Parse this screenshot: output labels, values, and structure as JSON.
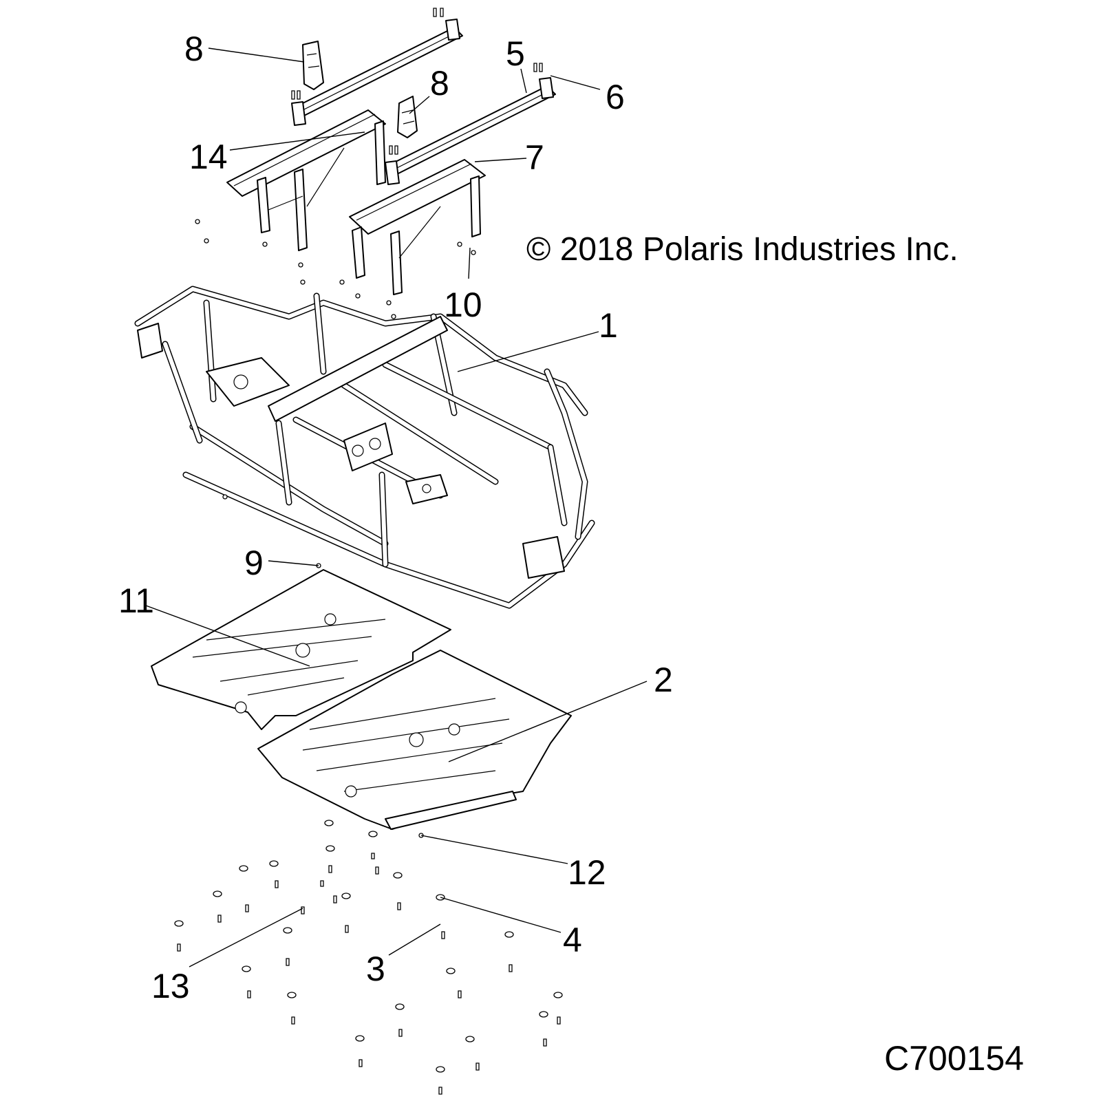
{
  "diagram": {
    "copyright": "© 2018 Polaris Industries Inc.",
    "figure_id": "C700154",
    "callouts": [
      {
        "id": "c1",
        "label": "1"
      },
      {
        "id": "c2",
        "label": "2"
      },
      {
        "id": "c3",
        "label": "3"
      },
      {
        "id": "c4",
        "label": "4"
      },
      {
        "id": "c5",
        "label": "5"
      },
      {
        "id": "c6",
        "label": "6"
      },
      {
        "id": "c7",
        "label": "7"
      },
      {
        "id": "c8a",
        "label": "8"
      },
      {
        "id": "c8b",
        "label": "8"
      },
      {
        "id": "c9",
        "label": "9"
      },
      {
        "id": "c10",
        "label": "10"
      },
      {
        "id": "c11",
        "label": "11"
      },
      {
        "id": "c12",
        "label": "12"
      },
      {
        "id": "c13",
        "label": "13"
      },
      {
        "id": "c14",
        "label": "14"
      }
    ]
  }
}
